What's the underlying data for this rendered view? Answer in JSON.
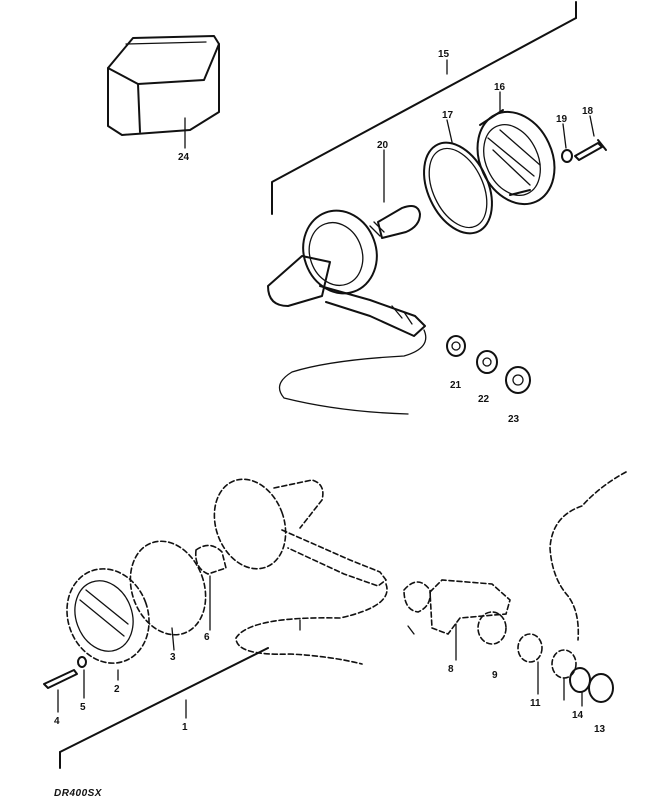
{
  "callouts": [
    {
      "id": "p1",
      "text": "1"
    },
    {
      "id": "p2",
      "text": "2"
    },
    {
      "id": "p3",
      "text": "3"
    },
    {
      "id": "p4",
      "text": "4"
    },
    {
      "id": "p5",
      "text": "5"
    },
    {
      "id": "p6",
      "text": "6"
    },
    {
      "id": "p8",
      "text": "8"
    },
    {
      "id": "p9",
      "text": "9"
    },
    {
      "id": "p11",
      "text": "11"
    },
    {
      "id": "p13",
      "text": "13"
    },
    {
      "id": "p14",
      "text": "14"
    },
    {
      "id": "p15",
      "text": "15"
    },
    {
      "id": "p16",
      "text": "16"
    },
    {
      "id": "p17",
      "text": "17"
    },
    {
      "id": "p18",
      "text": "18"
    },
    {
      "id": "p19",
      "text": "19"
    },
    {
      "id": "p20",
      "text": "20"
    },
    {
      "id": "p21",
      "text": "21"
    },
    {
      "id": "p22",
      "text": "22"
    },
    {
      "id": "p23",
      "text": "23"
    },
    {
      "id": "p24",
      "text": "24"
    }
  ],
  "model_code": "DR400SX"
}
